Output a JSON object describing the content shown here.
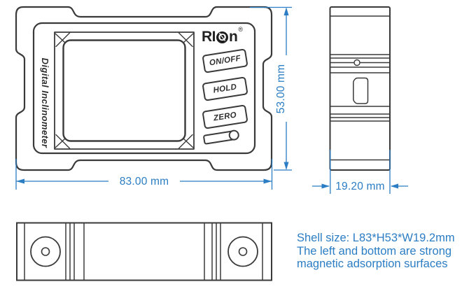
{
  "colors": {
    "line": "#3a3a3a",
    "dimension_blue": "#2b7dc4"
  },
  "front_view": {
    "device_label": "Digital Inclinometer",
    "logo": {
      "left": "RI",
      "o_symbol": "Ø",
      "right": "n",
      "registered": "®"
    },
    "buttons": [
      {
        "label": "ON/OFF"
      },
      {
        "label": "HOLD"
      },
      {
        "label": "ZERO"
      }
    ],
    "width_dimension": "83.00 mm",
    "height_dimension": "53.00 mm"
  },
  "side_view": {
    "depth_dimension": "19.20 mm"
  },
  "note": {
    "line1": "Shell size: L83*H53*W19.2mm",
    "line2": "The left and bottom are strong",
    "line3": "magnetic adsorption surfaces"
  }
}
